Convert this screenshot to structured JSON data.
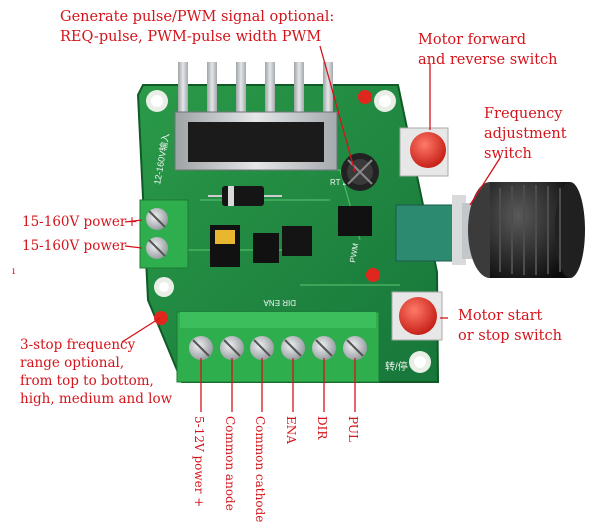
{
  "annotations": {
    "pwm_signal": "Generate pulse/PWM signal optional:",
    "pwm_signal_2": "REQ-pulse, PWM-pulse width PWM",
    "motor_direction": "Motor forward",
    "motor_direction_2": "and reverse switch",
    "frequency_adjust": "Frequency",
    "frequency_adjust_2": "adjustment",
    "frequency_adjust_3": "switch",
    "power_plus": "15-160V power+",
    "power_minus": "15-160V power-",
    "motor_start_stop": "Motor start",
    "motor_start_stop_2": "or stop switch",
    "freq_range_1": "3-stop frequency",
    "freq_range_2": "range optional,",
    "freq_range_3": "from top to bottom,",
    "freq_range_4": "high, medium and low",
    "stray_mark": "ı"
  },
  "terminals": [
    {
      "label": "5-12V power +"
    },
    {
      "label": "Common anode"
    },
    {
      "label": "Common cathode"
    },
    {
      "label": "ENA"
    },
    {
      "label": "DIR"
    },
    {
      "label": "PUL"
    }
  ],
  "colors": {
    "annotation": "#d4141b",
    "pcb": "#1f8a3c",
    "terminal_block": "#2fae4e",
    "heatsink": "#c9ccce",
    "button_cap": "#e32f22"
  }
}
